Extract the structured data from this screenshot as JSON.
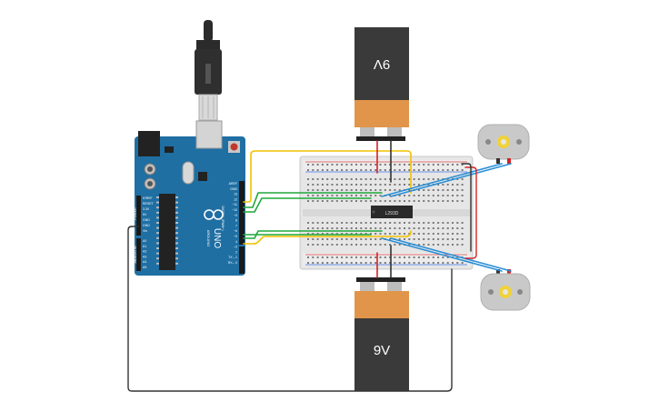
{
  "circuit": {
    "battery_top": {
      "label": "9V"
    },
    "battery_bottom": {
      "label": "9V"
    },
    "arduino": {
      "board_name": "UNO",
      "brand": "ARDUINO",
      "digital_label": "DIGITAL (PWM~)",
      "power_label": "POWER",
      "analog_label": "ANALOG IN",
      "power_pins": [
        "IOREF",
        "RESET",
        "3.3V",
        "5V",
        "GND",
        "GND",
        "Vin"
      ],
      "analog_pins": [
        "A0",
        "A1",
        "A2",
        "A3",
        "A4",
        "A5"
      ],
      "digital_pins": [
        "AREF",
        "GND",
        "13",
        "12",
        "~11",
        "~10",
        "~9",
        "8",
        "7",
        "~6",
        "~5",
        "4",
        "~3",
        "2",
        "TX→1",
        "RX←0"
      ]
    },
    "ic": {
      "label": "L293D"
    }
  },
  "colors": {
    "arduino_blue": "#1f6fa3",
    "wire_yellow": "#f2c200",
    "wire_green": "#1fa83a",
    "wire_blue": "#2a8fd6",
    "wire_red": "#d42424",
    "wire_black": "#333333",
    "battery_body": "#3a3a3a",
    "battery_top": "#e0954a",
    "motor_body": "#c8c8c8",
    "motor_shaft": "#f0d23a"
  }
}
